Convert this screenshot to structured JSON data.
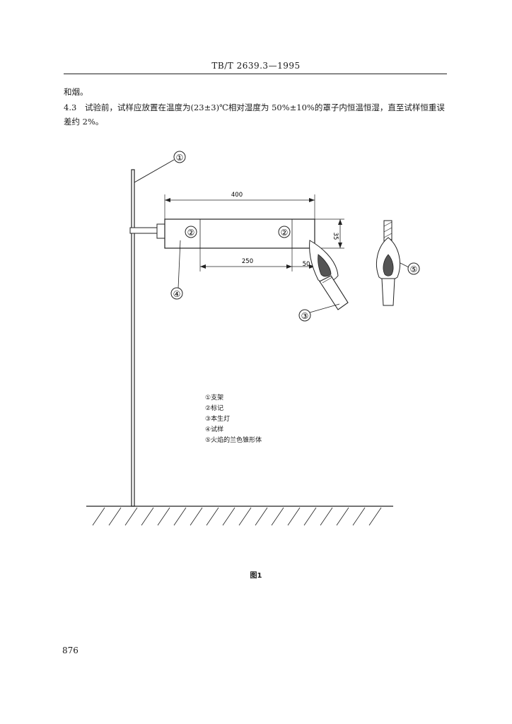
{
  "header": {
    "title": "TB/T 2639.3—1995"
  },
  "body": {
    "line1": "和烟。",
    "section_num": "4.3",
    "section_text": "试验前，试样应放置在温度为(23±3)℃相对湿度为 50%±10%的罩子内恒温恒湿，直至试样恒重误差约 2%。"
  },
  "figure": {
    "callouts": [
      "①",
      "②",
      "②",
      "③",
      "④",
      "⑤"
    ],
    "dims": {
      "length": "400",
      "height": "35",
      "span": "250",
      "offset": "50"
    },
    "legend": [
      "①支架",
      "②标记",
      "③本生灯",
      "④试样",
      "⑤火焰的兰色锥形体"
    ],
    "caption": "图1"
  },
  "page_number": "876"
}
